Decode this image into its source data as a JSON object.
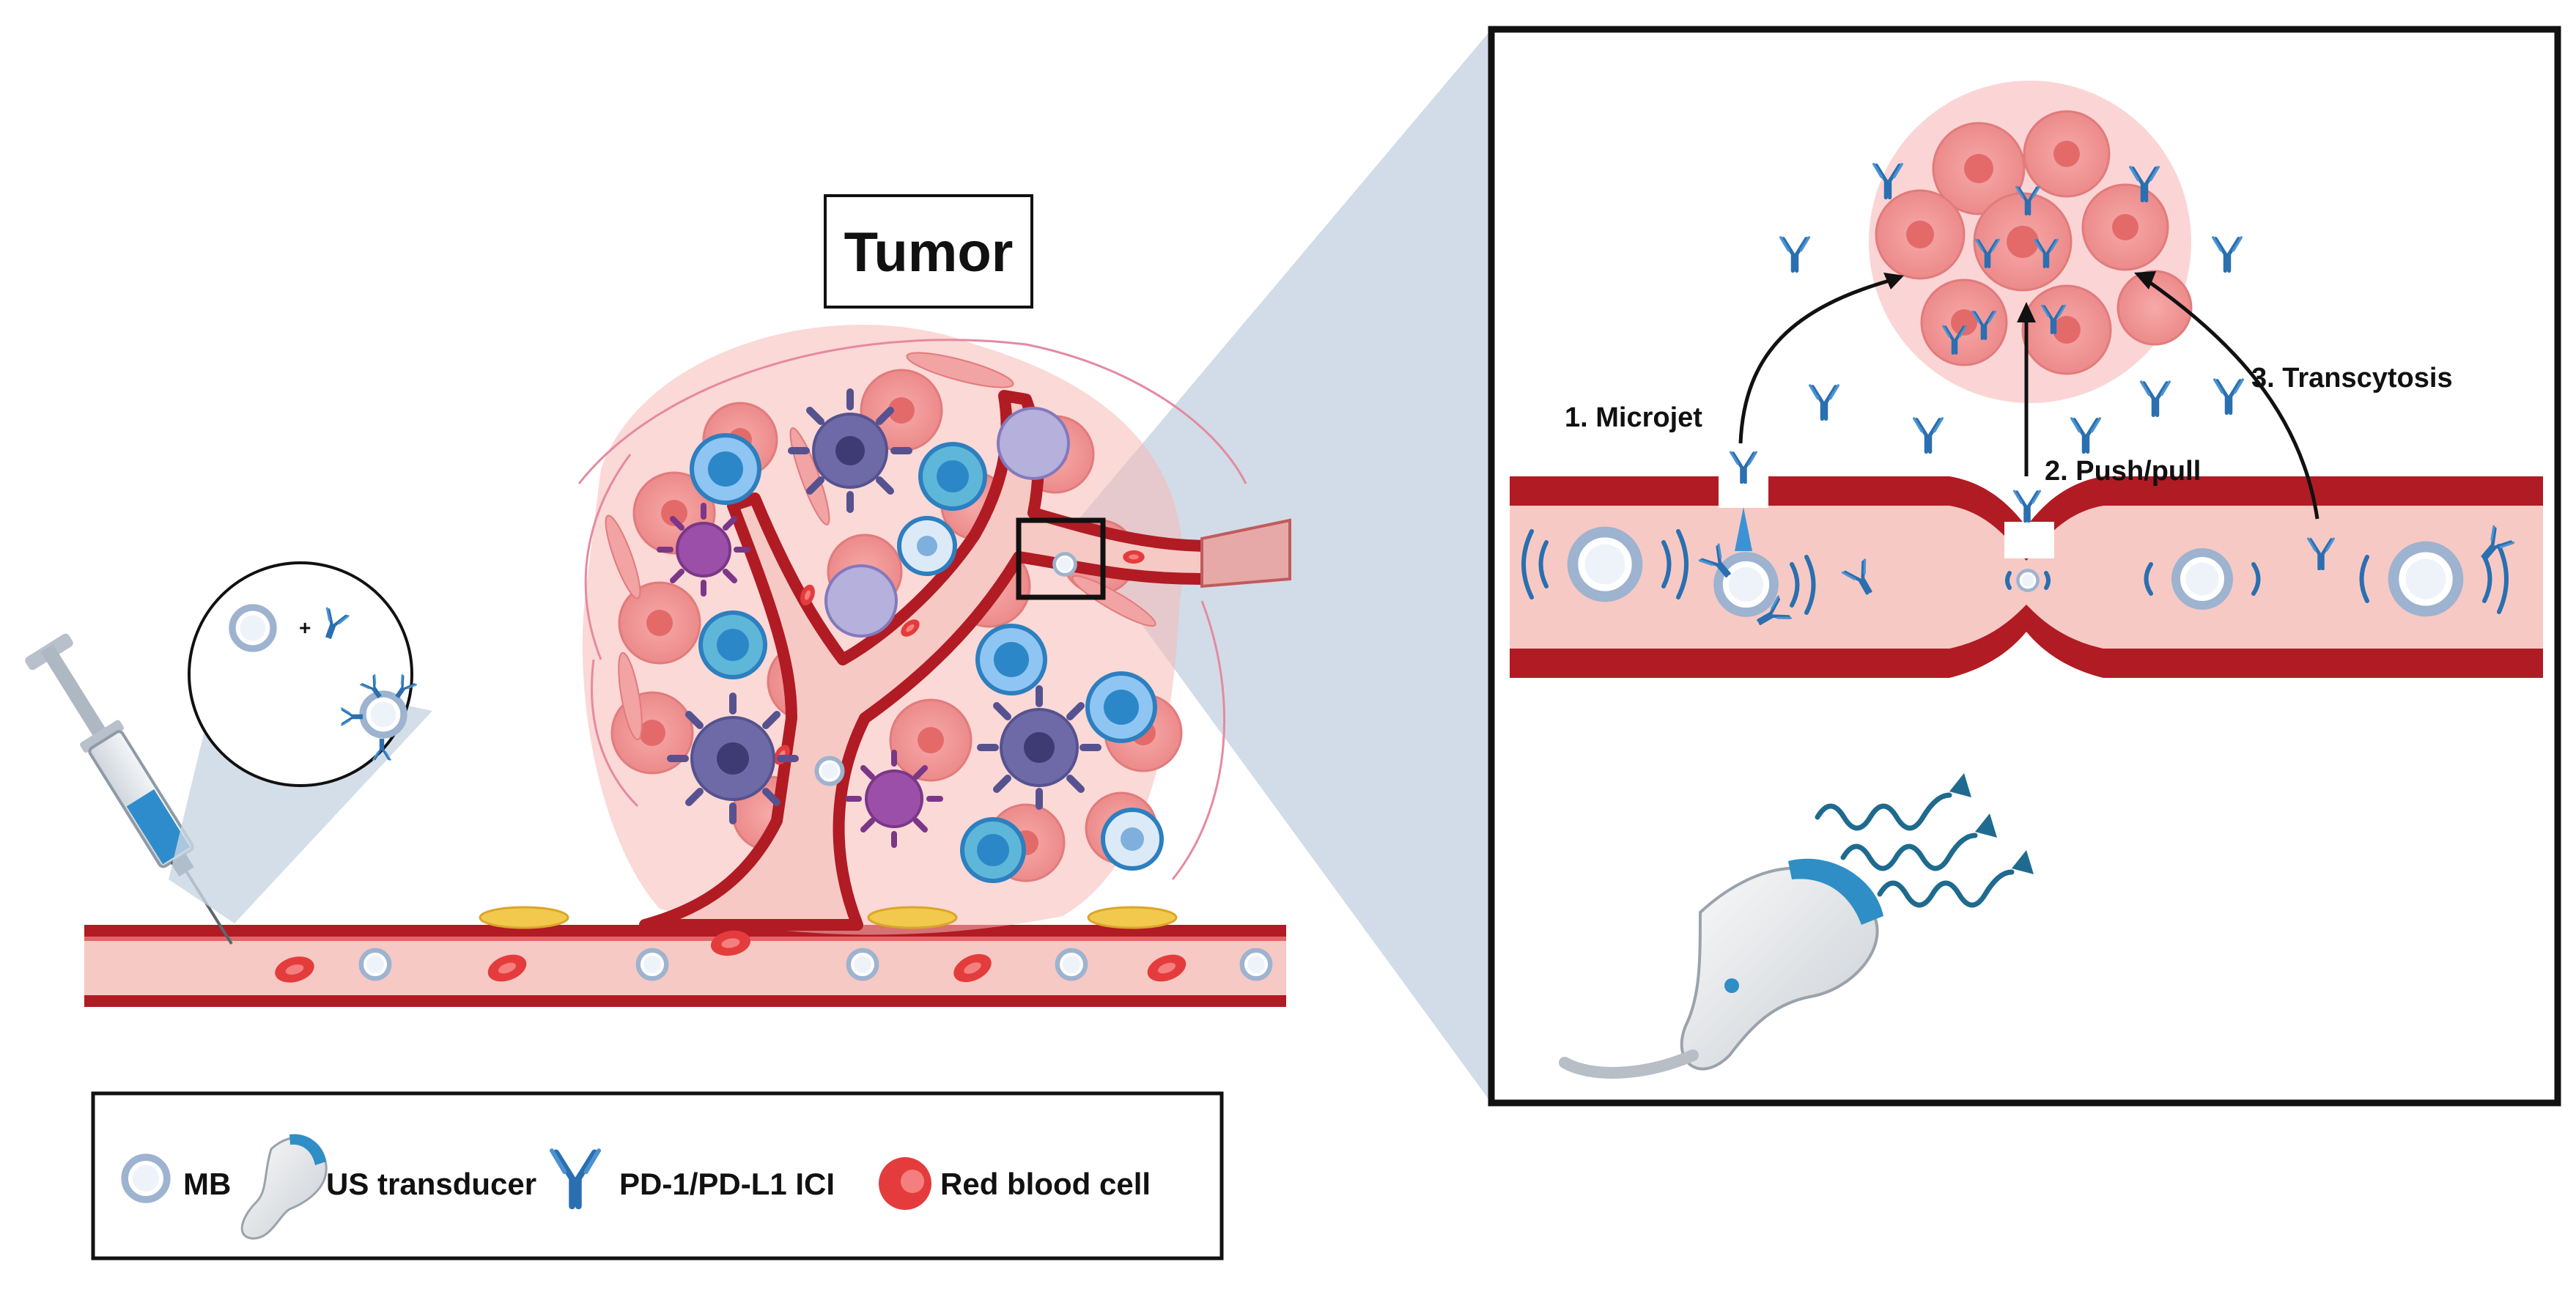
{
  "title_box": {
    "label": "Tumor"
  },
  "mechanisms": {
    "step1": "1.  Microjet",
    "step2": "2. Push/pull",
    "step3": "3. Transcytosis"
  },
  "inset_plus": "+",
  "legend": {
    "mb": "MB",
    "us": "US transducer",
    "ici": "PD-1/PD-L1 ICI",
    "rbc": "Red blood cell"
  },
  "colors": {
    "vessel_outer": "#b11b24",
    "vessel_inner": "#f7c9c4",
    "antibody": "#2a6fb0",
    "tumor_cell": "#f08c8c",
    "mb_ring": "#9db3cf",
    "panel_border": "#111111",
    "projection": "#c9d6e4"
  }
}
